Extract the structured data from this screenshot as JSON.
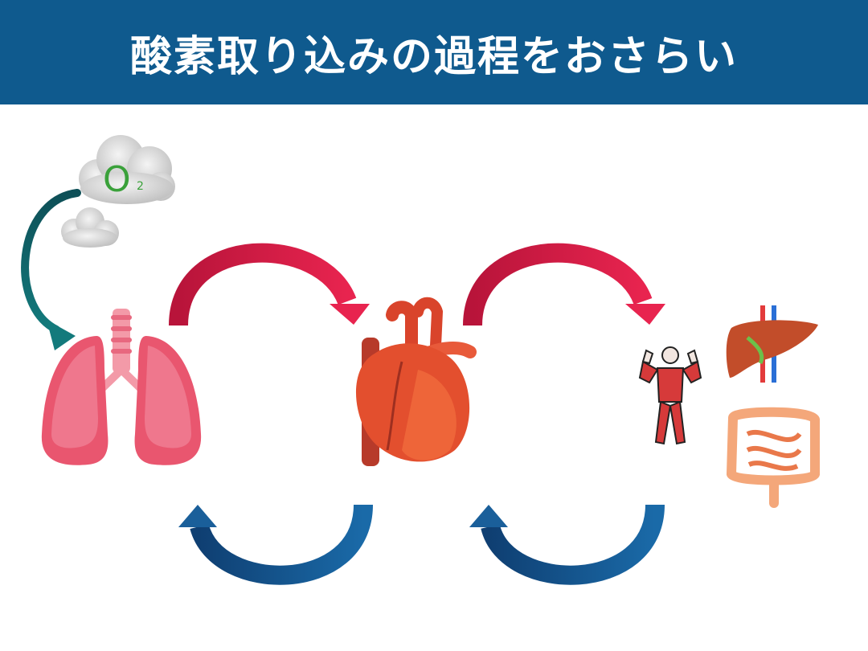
{
  "header": {
    "title": "酸素取り込みの過程をおさらい",
    "background_color": "#0f5a8e"
  },
  "oxygen": {
    "symbol": "O",
    "subscript": "2",
    "color": "#3aa13a"
  },
  "organs": [
    "lungs-icon",
    "heart-icon",
    "muscle-body-icon",
    "liver-icon",
    "intestines-icon"
  ],
  "arrows": {
    "oxygen_inflow_color": "#0e5a5c",
    "arterial_color": "#c8153f",
    "venous_color": "#0f4f86"
  }
}
